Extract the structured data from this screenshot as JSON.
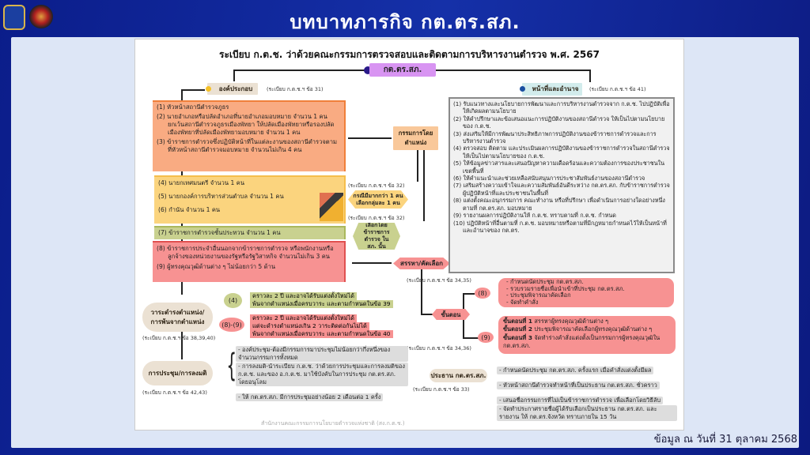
{
  "header": {
    "title": "บทบาทภารกิจ กต.ตร.สภ.",
    "date_note": "ข้อมูล ณ วันที่ 31 ตุลาคม 2568"
  },
  "diagram": {
    "title": "ระเบียบ ก.ต.ช. ว่าด้วยคณะกรรมการตรวจสอบและติดตามการบริหารงานตำรวจ พ.ศ. 2567",
    "root": "กต.ตร.สภ.",
    "composition": {
      "label": "องค์ประกอบ",
      "ref": "(ระเบียบ ก.ต.ช.ฯ ข้อ 31)",
      "group1": [
        "(1) หัวหน้าสถานีตำรวจภูธร",
        "(2) นายอำเภอหรือปลัดอำเภอที่นายอำเภอมอบหมาย จำนวน 1 คน ยกเว้นสถานีตำรวจภูธรเมืองพัทยา ให้ปลัดเมืองพัทยาหรือรองปลัดเมืองพัทยาที่ปลัดเมืองพัทยามอบหมาย จำนวน 1 คน",
        "(3) ข้าราชการตำรวจซึ่งปฏิบัติหน้าที่ในแต่ละงานของสถานีตำรวจตามที่หัวหน้าสถานีตำรวจมอบหมาย จำนวนไม่เกิน 4 คน"
      ],
      "group2": [
        "(4) นายกเทศมนตรี จำนวน 1 คน",
        "(5) นายกองค์การบริหารส่วนตำบล จำนวน 1 คน",
        "(6) กำนัน จำนวน 1 คน"
      ],
      "group3": [
        "(7) ข้าราชการตำรวจชั้นประทวน จำนวน 1 คน"
      ],
      "group4": [
        "(8) ข้าราชการประจำอื่นนอกจากข้าราชการตำรวจ หรือพนักงานหรือลูกจ้างของหน่วยงานของรัฐหรือรัฐวิสาหกิจ จำนวนไม่เกิน 3 คน",
        "(9) ผู้ทรงคุณวุฒิด้านต่าง ๆ ไม่น้อยกว่า 5 ด้าน"
      ]
    },
    "ex_officio": "กรรมการโดยตำแหน่ง",
    "select_group": {
      "ref": "(ระเบียบ ก.ต.ช.ฯ ข้อ 32)",
      "text": "กรณีมีมากกว่า 1 คน เลือกกลุ่มละ 1 คน"
    },
    "select_police": {
      "ref": "(ระเบียบ ก.ต.ช.ฯ ข้อ 32)",
      "text": "เลือกโดย ข้าราชการตำรวจ ใน สภ. นั้น"
    },
    "recruit": "สรรหา/คัดเลือก",
    "duties": {
      "label": "หน้าที่และอำนาจ",
      "ref": "(ระเบียบ ก.ต.ช.ฯ ข้อ 41)",
      "items": [
        "(1) รับแนวทางและนโยบายการพัฒนาและการบริหารงานตำรวจจาก ก.ต.ช. ไปปฏิบัติเพื่อให้เกิดผลตามนโยบาย",
        "(2) ให้คำปรึกษาและข้อเสนอแนะการปฏิบัติงานของสถานีตำรวจ ให้เป็นไปตามนโยบายของ ก.ต.ช.",
        "(3) ส่งเสริมให้มีการพัฒนาประสิทธิภาพการปฏิบัติงานของข้าราชการตำรวจและการบริหารงานตำรวจ",
        "(4) ตรวจสอบ ติดตาม และประเมินผลการปฏิบัติงานของข้าราชการตำรวจในสถานีตำรวจ ให้เป็นไปตามนโยบายของ ก.ต.ช.",
        "(5) ให้ข้อมูลข่าวสารและเสนอปัญหาความเดือดร้อนและความต้องการของประชาชนในเขตพื้นที่",
        "(6) ให้คำแนะนำและช่วยเหลือสนับสนุนการประชาสัมพันธ์งานของสถานีตำรวจ",
        "(7) เสริมสร้างความเข้าใจและความสัมพันธ์อันดีระหว่าง กต.ตร.สภ. กับข้าราชการตำรวจผู้ปฏิบัติหน้าที่และประชาชนในพื้นที่",
        "(8) แต่งตั้งคณะอนุกรรมการ คณะทำงาน หรือที่ปรึกษา เพื่อดำเนินการอย่างใดอย่างหนึ่งตามที่ กต.ตร.สภ. มอบหมาย",
        "(9) รายงานผลการปฏิบัติงานให้ ก.ต.ช. ทราบตามที่ ก.ต.ช. กำหนด",
        "(10) ปฏิบัติหน้าที่อื่นตามที่ ก.ต.ช. มอบหมายหรือตามที่มีกฎหมายกำหนดไว้ให้เป็นหน้าที่และอำนาจของ กต.ตร."
      ]
    },
    "steps": {
      "label": "ขั้นตอน",
      "ref8": "(ระเบียบ ก.ต.ช.ฯ ข้อ 34,35)",
      "ref9": "(ระเบียบ ก.ต.ช.ฯ ข้อ 34,36)",
      "tag8": "(8)",
      "tag9": "(9)",
      "items8": [
        "- กำหนดนัดประชุม กต.ตร.สภ.",
        "- รวบรวมรายชื่อเพื่อนำเข้าที่ประชุม กต.ตร.สภ.",
        "- ประชุมพิจารณาคัดเลือก",
        "- จัดทำคำสั่ง"
      ],
      "items9": [
        {
          "b": "ขั้นตอนที่ 1",
          "t": " สรรหาผู้ทรงคุณวุฒิด้านต่าง ๆ"
        },
        {
          "b": "ขั้นตอนที่ 2",
          "t": " ประชุมพิจารณาคัดเลือกผู้ทรงคุณวุฒิด้านต่าง ๆ"
        },
        {
          "b": "ขั้นตอนที่ 3",
          "t": " จัดทำร่างคำสั่งแต่งตั้งเป็นกรรมการผู้ทรงคุณวุฒิใน กต.ตร.สภ."
        }
      ]
    },
    "term": {
      "label": "วาระดำรงตำแหน่ง/การพ้นจากตำแหน่ง",
      "ref": "(ระเบียบ ก.ต.ช.ฯ ข้อ 38,39,40)",
      "tag4": "(4)",
      "text4": [
        "คราวละ 2 ปี และอาจได้รับแต่งตั้งใหม่ได้",
        "พ้นจากตำแหน่งเมื่อครบวาระ และตามกำหนดในข้อ 39"
      ],
      "tag89": "(8)-(9)",
      "text89": [
        "คราวละ 2 ปี และอาจได้รับแต่งตั้งใหม่ได้",
        "แต่จะดำรงตำแหน่งเกิน 2 วาระติดต่อกันไม่ได้",
        "พ้นจากตำแหน่งเมื่อครบวาระ และตามกำหนดในข้อ 40"
      ]
    },
    "meeting": {
      "label": "การประชุม/การลงมติ",
      "ref": "(ระเบียบ ก.ต.ช.ฯ ข้อ 42,43)",
      "items": [
        "- องค์ประชุม-ต้องมีกรรมการมาประชุมไม่น้อยกว่ากึ่งหนึ่งของจำนวนกรรมการทั้งหมด",
        "- การลงมติ-นำระเบียบ ก.ต.ช. ว่าด้วยการประชุมและการลงมติของ ก.ต.ช. และของ อ.ก.ต.ช. มาใช้บังคับในการประชุม กต.ตร.สภ. โดยอนุโลม",
        "- ให้ กต.ตร.สภ. มีการประชุมอย่างน้อย 2 เดือนต่อ 1 ครั้ง"
      ]
    },
    "chair": {
      "label": "ประธาน กต.ตร.สภ.",
      "ref": "(ระเบียบ ก.ต.ช.ฯ ข้อ 33)",
      "items": [
        "- กำหนดนัดประชุม กต.ตร.สภ. ครั้งแรก เมื่อคำสั่งแต่งตั้งมีผล",
        "- หัวหน้าสถานีตำรวจทำหน้าที่เป็นประธาน กต.ตร.สภ. ชั่วคราว",
        "- เสนอชื่อกรรมการที่ไม่เป็นข้าราชการตำรวจ เพื่อเลือกโดยวิธีลับ",
        "- จัดทำประกาศรายชื่อผู้ได้รับเลือกเป็นประธาน กต.ตร.สภ. และรายงาน ให้ กต.ตร.จังหวัด ทราบภายใน 15 วัน"
      ]
    },
    "footer": "สำนักงานคณะกรรมการนโยบายตำรวจแห่งชาติ (สง.ก.ต.ช.)"
  },
  "colors": {
    "orange": "#f9ab82",
    "yellow": "#fbd47e",
    "green": "#c9d18f",
    "red": "#f79292",
    "purple": "#d894f2",
    "beige": "#ebe1d3"
  }
}
